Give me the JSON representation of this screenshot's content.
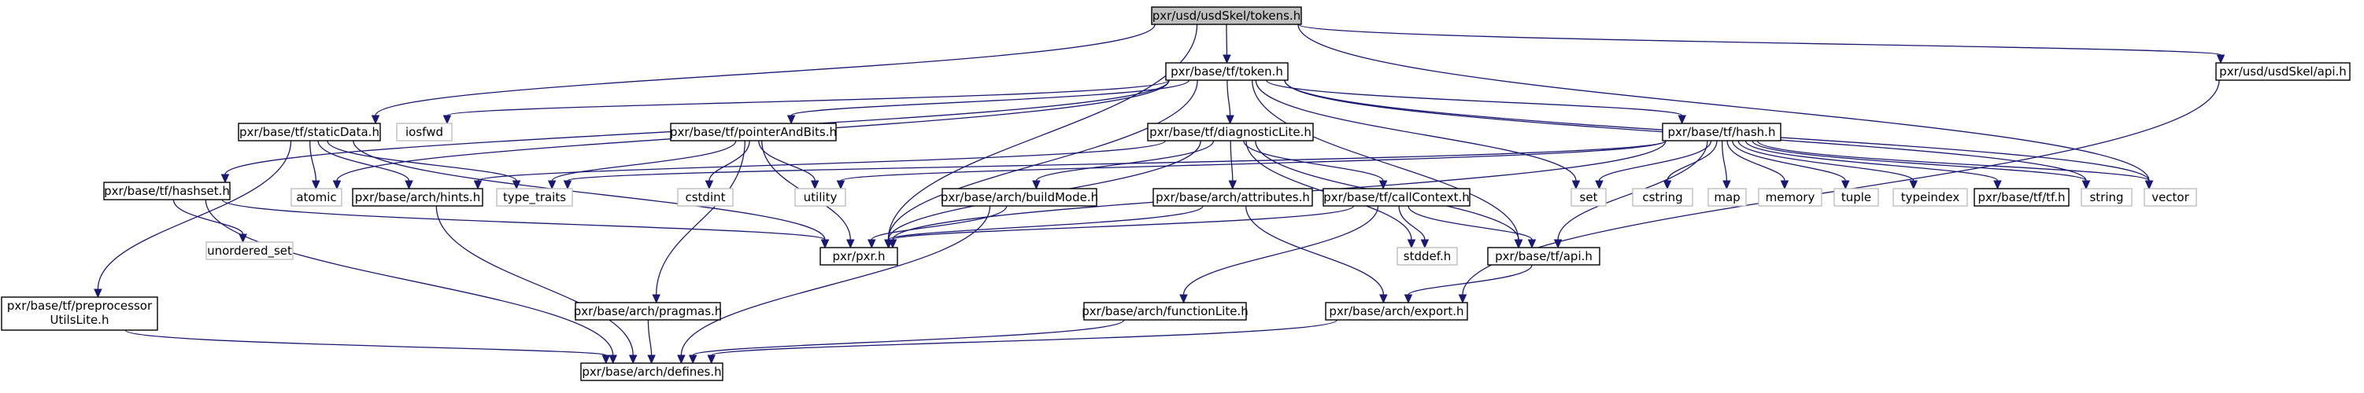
{
  "nodes": [
    {
      "id": "root",
      "label": [
        "pxr/usd/usdSkel/tokens.h"
      ],
      "kind": "root"
    },
    {
      "id": "token",
      "label": [
        "pxr/base/tf/token.h"
      ],
      "kind": "doc"
    },
    {
      "id": "skelapi",
      "label": [
        "pxr/usd/usdSkel/api.h"
      ],
      "kind": "doc"
    },
    {
      "id": "staticData",
      "label": [
        "pxr/base/tf/staticData.h"
      ],
      "kind": "doc"
    },
    {
      "id": "iosfwd",
      "label": [
        "iosfwd"
      ],
      "kind": "ext"
    },
    {
      "id": "pointerAndBits",
      "label": [
        "pxr/base/tf/pointerAndBits.h"
      ],
      "kind": "doc"
    },
    {
      "id": "diagnosticLite",
      "label": [
        "pxr/base/tf/diagnosticLite.h"
      ],
      "kind": "doc"
    },
    {
      "id": "tfhash",
      "label": [
        "pxr/base/tf/hash.h"
      ],
      "kind": "doc"
    },
    {
      "id": "hashset",
      "label": [
        "pxr/base/tf/hashset.h"
      ],
      "kind": "doc"
    },
    {
      "id": "atomic",
      "label": [
        "atomic"
      ],
      "kind": "ext"
    },
    {
      "id": "hints",
      "label": [
        "pxr/base/arch/hints.h"
      ],
      "kind": "doc"
    },
    {
      "id": "type_traits",
      "label": [
        "type_traits"
      ],
      "kind": "ext"
    },
    {
      "id": "cstdint",
      "label": [
        "cstdint"
      ],
      "kind": "ext"
    },
    {
      "id": "utility",
      "label": [
        "utility"
      ],
      "kind": "ext"
    },
    {
      "id": "buildMode",
      "label": [
        "pxr/base/arch/buildMode.h"
      ],
      "kind": "doc"
    },
    {
      "id": "attributes",
      "label": [
        "pxr/base/arch/attributes.h"
      ],
      "kind": "doc"
    },
    {
      "id": "callContext",
      "label": [
        "pxr/base/tf/callContext.h"
      ],
      "kind": "doc"
    },
    {
      "id": "set",
      "label": [
        "set"
      ],
      "kind": "ext"
    },
    {
      "id": "cstring",
      "label": [
        "cstring"
      ],
      "kind": "ext"
    },
    {
      "id": "map",
      "label": [
        "map"
      ],
      "kind": "ext"
    },
    {
      "id": "memory",
      "label": [
        "memory"
      ],
      "kind": "ext"
    },
    {
      "id": "tuple",
      "label": [
        "tuple"
      ],
      "kind": "ext"
    },
    {
      "id": "typeindex",
      "label": [
        "typeindex"
      ],
      "kind": "ext"
    },
    {
      "id": "tfh",
      "label": [
        "pxr/base/tf/tf.h"
      ],
      "kind": "doc"
    },
    {
      "id": "string",
      "label": [
        "string"
      ],
      "kind": "ext"
    },
    {
      "id": "vector",
      "label": [
        "vector"
      ],
      "kind": "ext"
    },
    {
      "id": "unordered_set",
      "label": [
        "unordered_set"
      ],
      "kind": "ext"
    },
    {
      "id": "pxrh",
      "label": [
        "pxr/pxr.h"
      ],
      "kind": "doc"
    },
    {
      "id": "stddef",
      "label": [
        "stddef.h"
      ],
      "kind": "ext"
    },
    {
      "id": "tfapi",
      "label": [
        "pxr/base/tf/api.h"
      ],
      "kind": "doc"
    },
    {
      "id": "preproc",
      "label": [
        "pxr/base/tf/preprocessor",
        "UtilsLite.h"
      ],
      "kind": "doc"
    },
    {
      "id": "pragmas",
      "label": [
        "pxr/base/arch/pragmas.h"
      ],
      "kind": "doc"
    },
    {
      "id": "functionLite",
      "label": [
        "pxr/base/arch/functionLite.h"
      ],
      "kind": "doc"
    },
    {
      "id": "exporth",
      "label": [
        "pxr/base/arch/export.h"
      ],
      "kind": "doc"
    },
    {
      "id": "defines",
      "label": [
        "pxr/base/arch/defines.h"
      ],
      "kind": "doc"
    }
  ],
  "edges": [
    [
      "root",
      "token"
    ],
    [
      "root",
      "skelapi"
    ],
    [
      "root",
      "staticData"
    ],
    [
      "root",
      "pxrh"
    ],
    [
      "root",
      "vector"
    ],
    [
      "token",
      "iosfwd"
    ],
    [
      "token",
      "pointerAndBits"
    ],
    [
      "token",
      "diagnosticLite"
    ],
    [
      "token",
      "tfhash"
    ],
    [
      "token",
      "hashset"
    ],
    [
      "token",
      "atomic"
    ],
    [
      "token",
      "pxrh"
    ],
    [
      "token",
      "set"
    ],
    [
      "token",
      "string"
    ],
    [
      "token",
      "vector"
    ],
    [
      "token",
      "tfapi"
    ],
    [
      "skelapi",
      "exporth"
    ],
    [
      "staticData",
      "atomic"
    ],
    [
      "staticData",
      "hints"
    ],
    [
      "staticData",
      "type_traits"
    ],
    [
      "staticData",
      "pxrh"
    ],
    [
      "staticData",
      "preproc"
    ],
    [
      "pointerAndBits",
      "type_traits"
    ],
    [
      "pointerAndBits",
      "cstdint"
    ],
    [
      "pointerAndBits",
      "utility"
    ],
    [
      "pointerAndBits",
      "pxrh"
    ],
    [
      "pointerAndBits",
      "pragmas"
    ],
    [
      "diagnosticLite",
      "hints"
    ],
    [
      "diagnosticLite",
      "buildMode"
    ],
    [
      "diagnosticLite",
      "attributes"
    ],
    [
      "diagnosticLite",
      "callContext"
    ],
    [
      "diagnosticLite",
      "pxrh"
    ],
    [
      "diagnosticLite",
      "stddef"
    ],
    [
      "diagnosticLite",
      "tfapi"
    ],
    [
      "tfhash",
      "type_traits"
    ],
    [
      "tfhash",
      "utility"
    ],
    [
      "tfhash",
      "set"
    ],
    [
      "tfhash",
      "cstring"
    ],
    [
      "tfhash",
      "map"
    ],
    [
      "tfhash",
      "memory"
    ],
    [
      "tfhash",
      "tuple"
    ],
    [
      "tfhash",
      "typeindex"
    ],
    [
      "tfhash",
      "tfh"
    ],
    [
      "tfhash",
      "string"
    ],
    [
      "tfhash",
      "vector"
    ],
    [
      "tfhash",
      "tfapi"
    ],
    [
      "tfhash",
      "pxrh"
    ],
    [
      "hashset",
      "unordered_set"
    ],
    [
      "hashset",
      "pxrh"
    ],
    [
      "hashset",
      "defines"
    ],
    [
      "hints",
      "defines"
    ],
    [
      "buildMode",
      "pxrh"
    ],
    [
      "buildMode",
      "defines"
    ],
    [
      "attributes",
      "pxrh"
    ],
    [
      "attributes",
      "exporth"
    ],
    [
      "callContext",
      "pxrh"
    ],
    [
      "callContext",
      "functionLite"
    ],
    [
      "callContext",
      "stddef"
    ],
    [
      "callContext",
      "tfapi"
    ],
    [
      "tfapi",
      "exporth"
    ],
    [
      "preproc",
      "defines"
    ],
    [
      "pragmas",
      "defines"
    ],
    [
      "functionLite",
      "defines"
    ],
    [
      "exporth",
      "defines"
    ]
  ]
}
